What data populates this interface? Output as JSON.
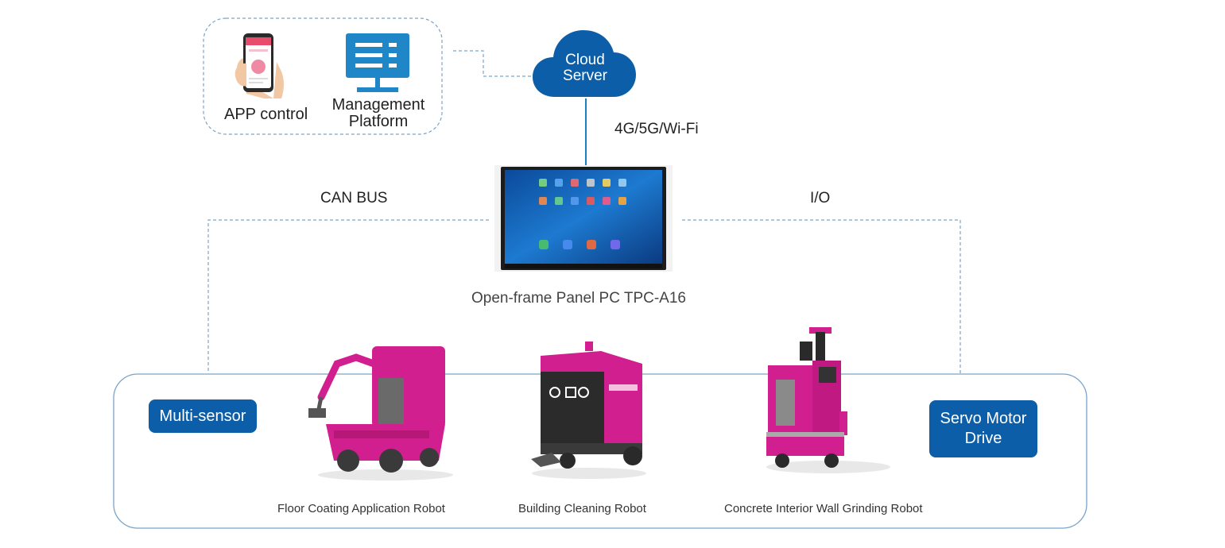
{
  "cloud": {
    "line1": "Cloud",
    "line2": "Server"
  },
  "clients": {
    "app_label": "APP control",
    "platform_line1": "Management",
    "platform_line2": "Platform"
  },
  "links": {
    "wireless": "4G/5G/Wi-Fi",
    "can_bus": "CAN BUS",
    "io": "I/O"
  },
  "panel_pc": {
    "caption": "Open-frame Panel PC TPC-A16"
  },
  "modules": {
    "sensor": "Multi-sensor",
    "servo_line1": "Servo Motor",
    "servo_line2": "Drive"
  },
  "robots": [
    {
      "name": "Floor Coating Application Robot"
    },
    {
      "name": "Building Cleaning Robot"
    },
    {
      "name": "Concrete Interior Wall Grinding Robot"
    }
  ],
  "colors": {
    "brand_blue": "#0d5ea8",
    "robot_magenta": "#d21f8f",
    "dashed_line": "#7aa3c8"
  }
}
